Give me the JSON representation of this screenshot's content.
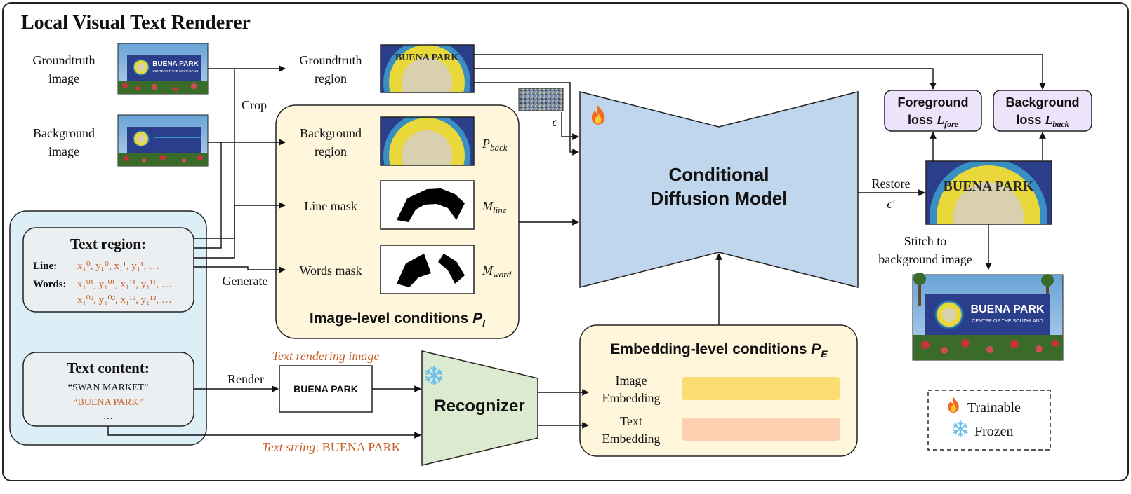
{
  "title": "Local Visual Text Renderer",
  "inputs": {
    "gt_image": [
      "Groundtruth",
      "image"
    ],
    "bg_image": [
      "Background",
      "image"
    ],
    "gt_region": [
      "Groundtruth",
      "region"
    ],
    "crop": "Crop",
    "generate": "Generate",
    "render": "Render"
  },
  "text_region": {
    "title": "Text region:",
    "line_label": "Line:",
    "words_label": "Words:",
    "line_coords": "x₁⁰, y₁⁰, x₁¹, y₁¹, …",
    "words_coords_1": "x₁⁰¹, y₁⁰¹, x₁¹¹, y₁¹¹, …",
    "words_coords_2": "x₁⁰², y₁⁰², x₁¹², y₁¹², …"
  },
  "text_content": {
    "title": "Text content:",
    "item1": "“SWAN MARKET”",
    "item2": "“BUENA PARK”",
    "ellipsis": "…"
  },
  "image_conditions": {
    "bg_region": [
      "Background",
      "region"
    ],
    "p_back": "P",
    "p_back_sub": "back",
    "line_mask": "Line mask",
    "m_line": "M",
    "m_line_sub": "line",
    "words_mask": "Words mask",
    "m_word": "M",
    "m_word_sub": "word",
    "title": "Image-level conditions ",
    "title_sym": "P",
    "title_sub": "I"
  },
  "epsilon": "ϵ",
  "diffusion": [
    "Conditional",
    "Diffusion Model"
  ],
  "restore": "Restore",
  "epsilon_prime": "ϵ′",
  "stitch": [
    "Stitch to",
    "background image"
  ],
  "losses": {
    "fore": [
      "Foreground",
      "loss "
    ],
    "fore_sym": "L",
    "fore_sub": "fore",
    "back": [
      "Background",
      "loss "
    ],
    "back_sym": "L",
    "back_sub": "back"
  },
  "rendering": {
    "label": "Text rendering image",
    "box_text": "BUENA PARK",
    "string_label": "Text string",
    "string_value": ": BUENA PARK"
  },
  "recognizer": "Recognizer",
  "embedding": {
    "title": "Embedding-level conditions ",
    "title_sym": "P",
    "title_sub": "E",
    "image_emb": [
      "Image",
      "Embedding"
    ],
    "text_emb": [
      "Text",
      "Embedding"
    ]
  },
  "legend": {
    "trainable": "Trainable",
    "frozen": "Frozen"
  },
  "photo_sign": {
    "name": "BUENA PARK",
    "tagline": "CENTER OF THE SOUTHLAND",
    "seal": "BUENA PARK"
  },
  "colors": {
    "orange_text": "#C8612A",
    "blue_panel": "#DCEEF6",
    "cream_panel": "#FFF6DC",
    "diffusion_blue": "#BFD6EC",
    "recognizer_green": "#DCEBCF",
    "loss_purple": "#EDE3FA",
    "image_emb_bar": "#FCDD73",
    "text_emb_bar": "#FBCFB0",
    "sign_blue": "#2A3E8C"
  },
  "icons": [
    "fire-icon",
    "snowflake-icon"
  ]
}
